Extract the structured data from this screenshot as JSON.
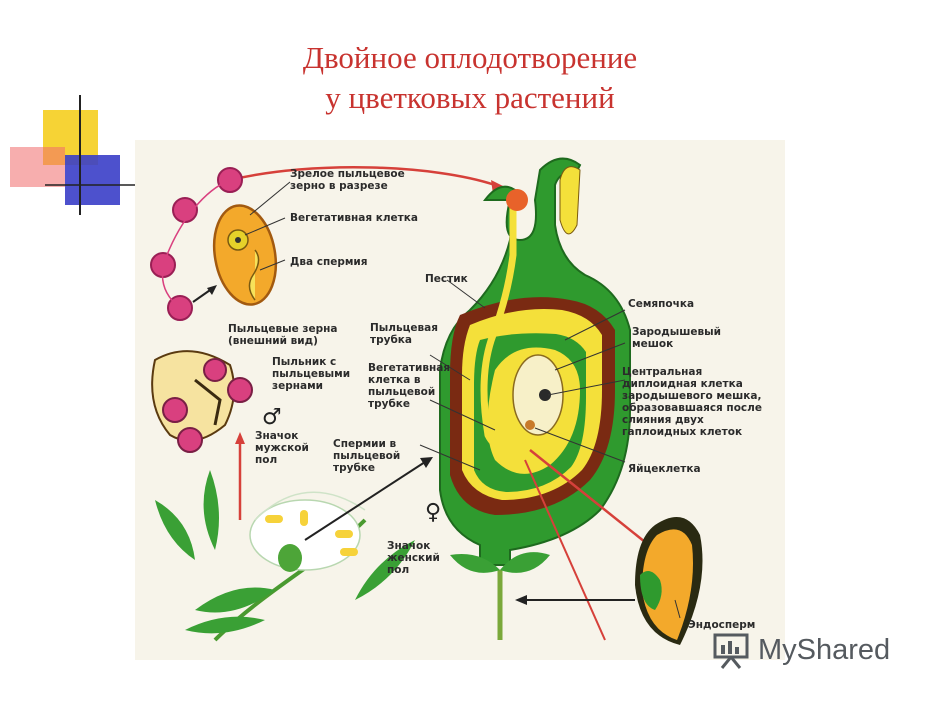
{
  "title": {
    "line1": "Двойное оплодотворение",
    "line2": "у цветковых растений"
  },
  "labels": {
    "mature_pollen": "Зрелое пыльцевое зерно в разрезе",
    "vegetative_cell": "Вегетативная клетка",
    "two_sperms": "Два спермия",
    "pistil": "Пестик",
    "pollen_grains": "Пыльцевые зерна (внешний вид)",
    "anthers": "Пыльник с пыльцевыми зернами",
    "male_sign": "Значок мужской пол",
    "pollen_tube": "Пыльцевая трубка",
    "veg_cell_tube": "Вегетативная клетка в пыльцевой трубке",
    "sperms_tube": "Спермии в пыльцевой трубке",
    "ovule": "Семяпочка",
    "embryo_sac": "Зародышевый мешок",
    "central_cell": "Центральная диплоидная клетка зародышевого мешка, образовавшаяся после слияния двух гаплоидных клеток",
    "egg_cell": "Яйцеклетка",
    "female_sign": "Значок женский пол",
    "endosperm": "Эндосперм"
  },
  "watermark": {
    "text": "MyShared"
  },
  "colors": {
    "title": "#c8332f",
    "pistil_green": "#2f9a2e",
    "pistil_yellow": "#f4e03a",
    "pistil_brown": "#7a2a12",
    "pollen_pink": "#d9407f",
    "arrow_red": "#d6403a"
  },
  "icons": [
    "male-symbol-icon",
    "female-symbol-icon",
    "mypresentation-logo-icon"
  ]
}
